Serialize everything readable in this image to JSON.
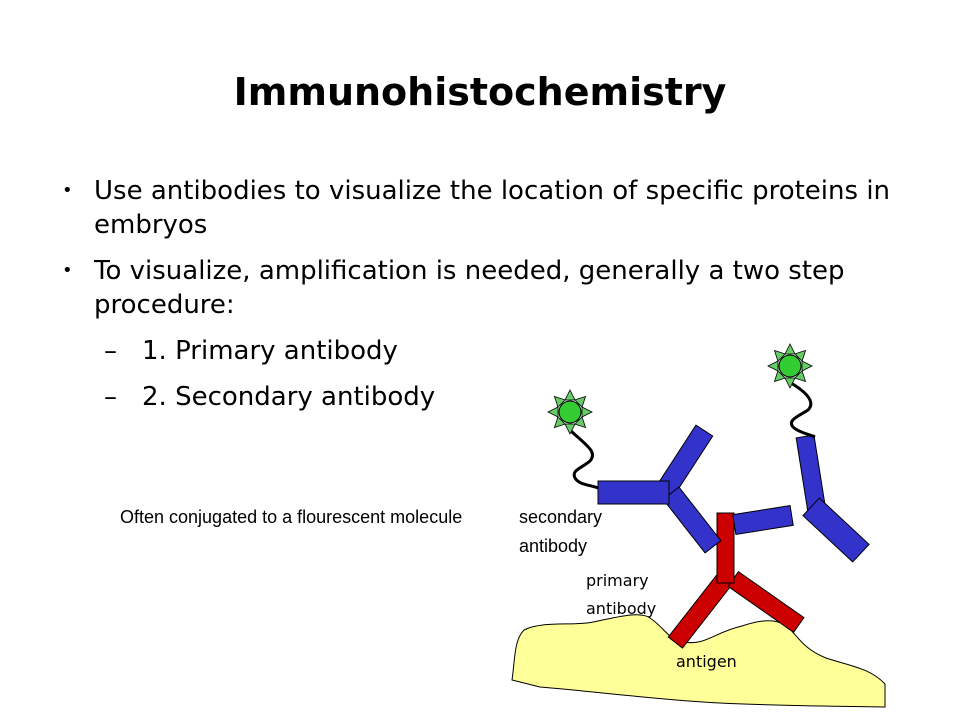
{
  "title": "Immunohistochemistry",
  "bullets": [
    "Use antibodies to visualize the location of specific proteins in embryos",
    "To visualize, amplification is needed, generally a two step procedure:"
  ],
  "sub_items": [
    "1. Primary antibody",
    "2. Secondary antibody"
  ],
  "sub_dash": "–",
  "bullet_symbol": "•",
  "caption": "Often conjugated to a flourescent molecule",
  "labels": {
    "secondary_line1": "secondary",
    "secondary_line2": "antibody",
    "primary_line1": "primary",
    "primary_line2": "antibody",
    "antigen": "antigen"
  },
  "colors": {
    "primary_antibody": "#cc0000",
    "secondary_antibody": "#3333cc",
    "antigen": "#ffff99",
    "fluorophore_core": "#33cc33",
    "fluorophore_rays": "#66cc66"
  }
}
